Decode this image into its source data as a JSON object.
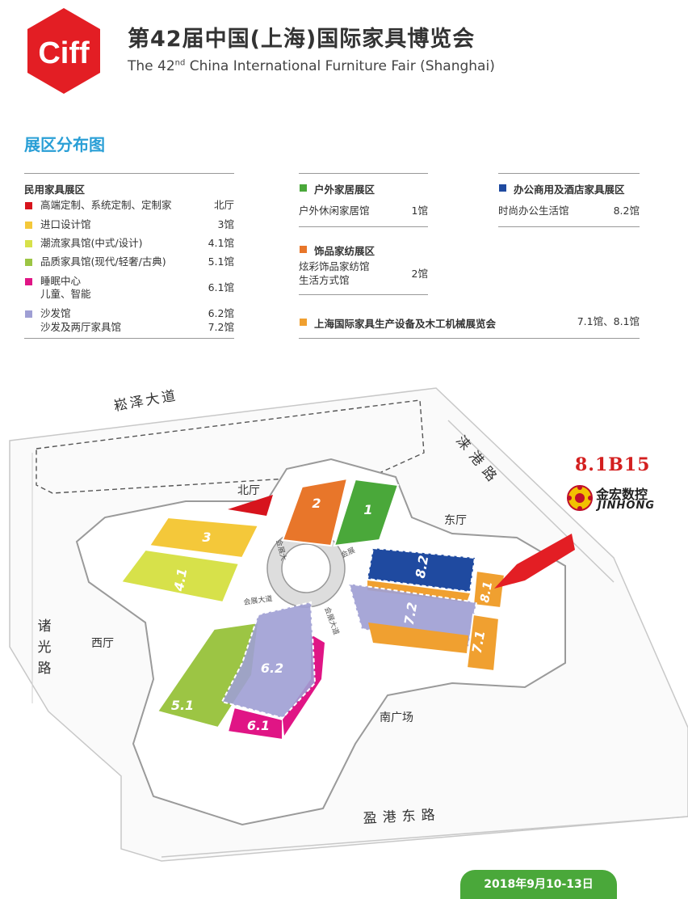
{
  "header": {
    "logo_text": "Ciff",
    "title_cn": "第42届中国(上海)国际家具博览会",
    "title_en_prefix": "The 42",
    "title_en_sup": "nd",
    "title_en_suffix": " China International Furniture Fair (Shanghai)"
  },
  "section_title": "展区分布图",
  "colors": {
    "red": "#d7141d",
    "yellow": "#f4c83a",
    "lime": "#d7e14a",
    "olive": "#9cc544",
    "magenta": "#e01585",
    "lavender": "#9f9fd4",
    "green": "#4aa83a",
    "orange": "#f0a030",
    "dark_orange": "#e8762a",
    "navy": "#1f4aa0"
  },
  "legend": {
    "home": {
      "title": "民用家具展区",
      "rows": [
        {
          "label": "高端定制、系统定制、定制家",
          "hall": "北厅",
          "color": "#d7141d"
        },
        {
          "label": "进口设计馆",
          "hall": "3馆",
          "color": "#f4c83a"
        },
        {
          "label": "潮流家具馆(中式/设计)",
          "hall": "4.1馆",
          "color": "#d7e14a"
        },
        {
          "label": "品质家具馆(现代/轻奢/古典)",
          "hall": "5.1馆",
          "color": "#9cc544"
        },
        {
          "label": "睡眠中心",
          "label2": "儿童、智能",
          "hall": "6.1馆",
          "color": "#e01585"
        },
        {
          "label": "沙发馆",
          "label2": "沙发及两厅家具馆",
          "hall": "6.2馆",
          "hall2": "7.2馆",
          "color": "#9f9fd4"
        }
      ]
    },
    "outdoor": {
      "title": "户外家居展区",
      "color": "#4aa83a",
      "row_label": "户外休闲家居馆",
      "row_hall": "1馆"
    },
    "decor": {
      "title": "饰品家纺展区",
      "color": "#e8762a",
      "row_label": "炫彩饰品家纺馆",
      "row_label2": "生活方式馆",
      "row_hall": "2馆"
    },
    "machinery": {
      "title": "上海国际家具生产设备及木工机械展览会",
      "color": "#f0a030",
      "hall": "7.1馆、8.1馆"
    },
    "office": {
      "title": "办公商用及酒店家具展区",
      "color": "#1f4aa0",
      "row_label": "时尚办公生活馆",
      "row_hall": "8.2馆"
    }
  },
  "map": {
    "roads": {
      "north": "崧泽大道",
      "east": "涞港路",
      "west": "诸光路",
      "south": "盈港东路"
    },
    "areas": {
      "north_hall": "北厅",
      "east_hall": "东厅",
      "west_hall": "西厅",
      "south_plaza": "南广场"
    },
    "avenue": "会展大道",
    "avenue_short": "会展大",
    "avenue_partial": "会展",
    "halls": {
      "h1": "1",
      "h2": "2",
      "h3": "3",
      "h41": "4.1",
      "h51": "5.1",
      "h61": "6.1",
      "h62": "6.2",
      "h71": "7.1",
      "h72": "7.2",
      "h81": "8.1",
      "h82": "8.2"
    }
  },
  "booth": "8.1B15",
  "brand": {
    "cn": "金宏数控",
    "en": "JINHONG"
  },
  "date": "2018年9月10-13日"
}
